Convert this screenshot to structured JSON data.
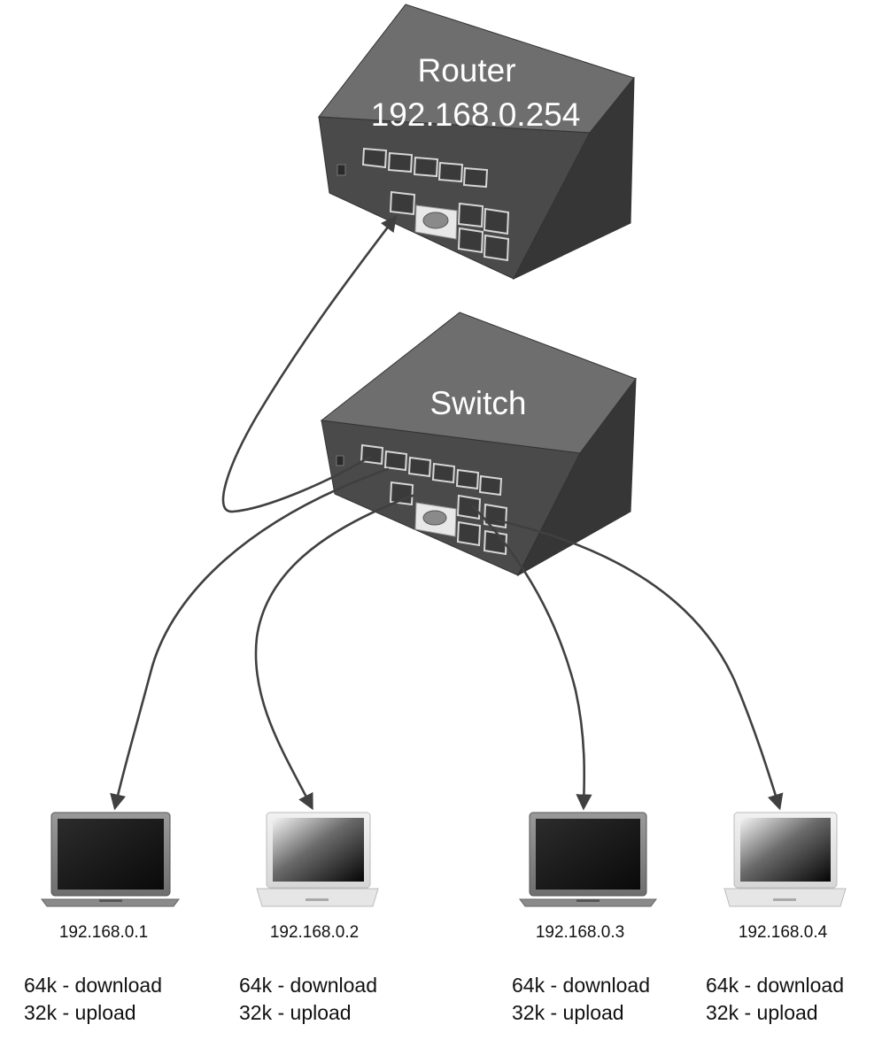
{
  "router": {
    "name": "Router",
    "ip": "192.168.0.254"
  },
  "switch": {
    "name": "Switch"
  },
  "clients": [
    {
      "ip": "192.168.0.1",
      "download": "64k - download",
      "upload": "32k - upload",
      "style": "dark"
    },
    {
      "ip": "192.168.0.2",
      "download": "64k - download",
      "upload": "32k - upload",
      "style": "light"
    },
    {
      "ip": "192.168.0.3",
      "download": "64k - download",
      "upload": "32k - upload",
      "style": "dark"
    },
    {
      "ip": "192.168.0.4",
      "download": "64k - download",
      "upload": "32k - upload",
      "style": "light"
    }
  ],
  "colors": {
    "device_top": "#6e6e6e",
    "device_front": "#4a4a4a",
    "device_side": "#363636",
    "cable": "#404040"
  }
}
